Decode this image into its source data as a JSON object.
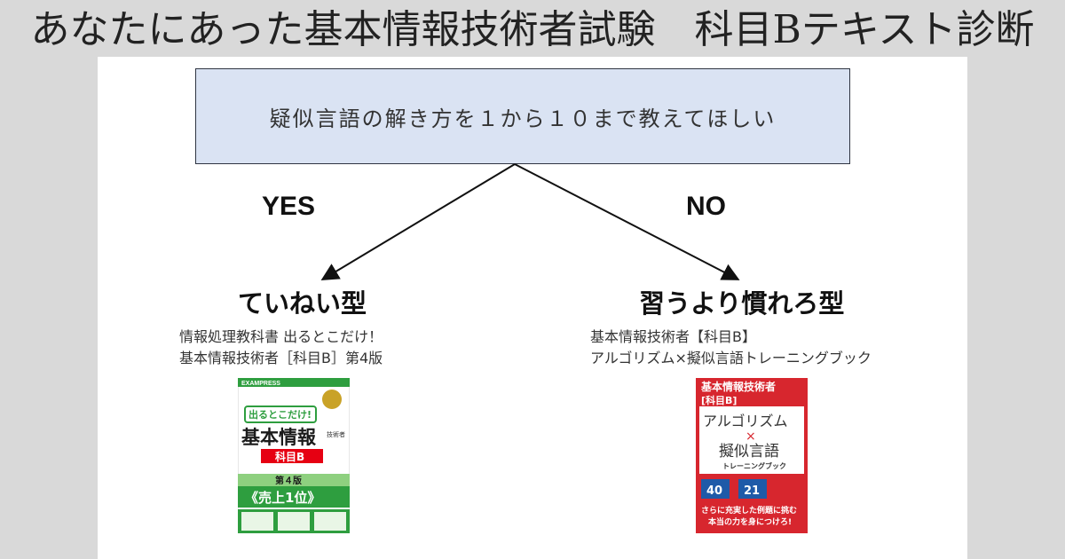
{
  "header": {
    "title": "あなたにあった基本情報技術者試験　科目Bテキスト診断"
  },
  "flow": {
    "question": "疑似言語の解き方を１から１０まで教えてほしい",
    "yes_label": "YES",
    "no_label": "NO"
  },
  "results": {
    "left": {
      "type": "ていねい型",
      "book_line1": "情報処理教科書 出るとこだけ！",
      "book_line2": "基本情報技術者［科目B］第4版",
      "cover": {
        "publisher": "EXAMPRESS",
        "catch": "出るとこだけ!",
        "title": "基本情報",
        "side": "技術者",
        "subject": "科目B",
        "edition": "第４版",
        "badge": "《売上1位》"
      }
    },
    "right": {
      "type": "習うより慣れろ型",
      "book_line1": "基本情報技術者【科目B】",
      "book_line2": "アルゴリズム×擬似言語トレーニングブック",
      "cover": {
        "top": "基本情報技術者",
        "subject": "[科目B]",
        "title1": "アルゴリズム",
        "cross": "×",
        "title2": "擬似言語",
        "sub": "トレーニングブック",
        "num1": "40",
        "num2": "21",
        "catch1": "さらに充実した例題に挑む",
        "catch2": "本当の力を身につけろ!"
      }
    }
  },
  "colors": {
    "background": "#d9d9d9",
    "panel": "#ffffff",
    "question_fill": "#dae3f3",
    "left_cover_green": "#2e9e3f",
    "right_cover_red": "#d7262e"
  }
}
